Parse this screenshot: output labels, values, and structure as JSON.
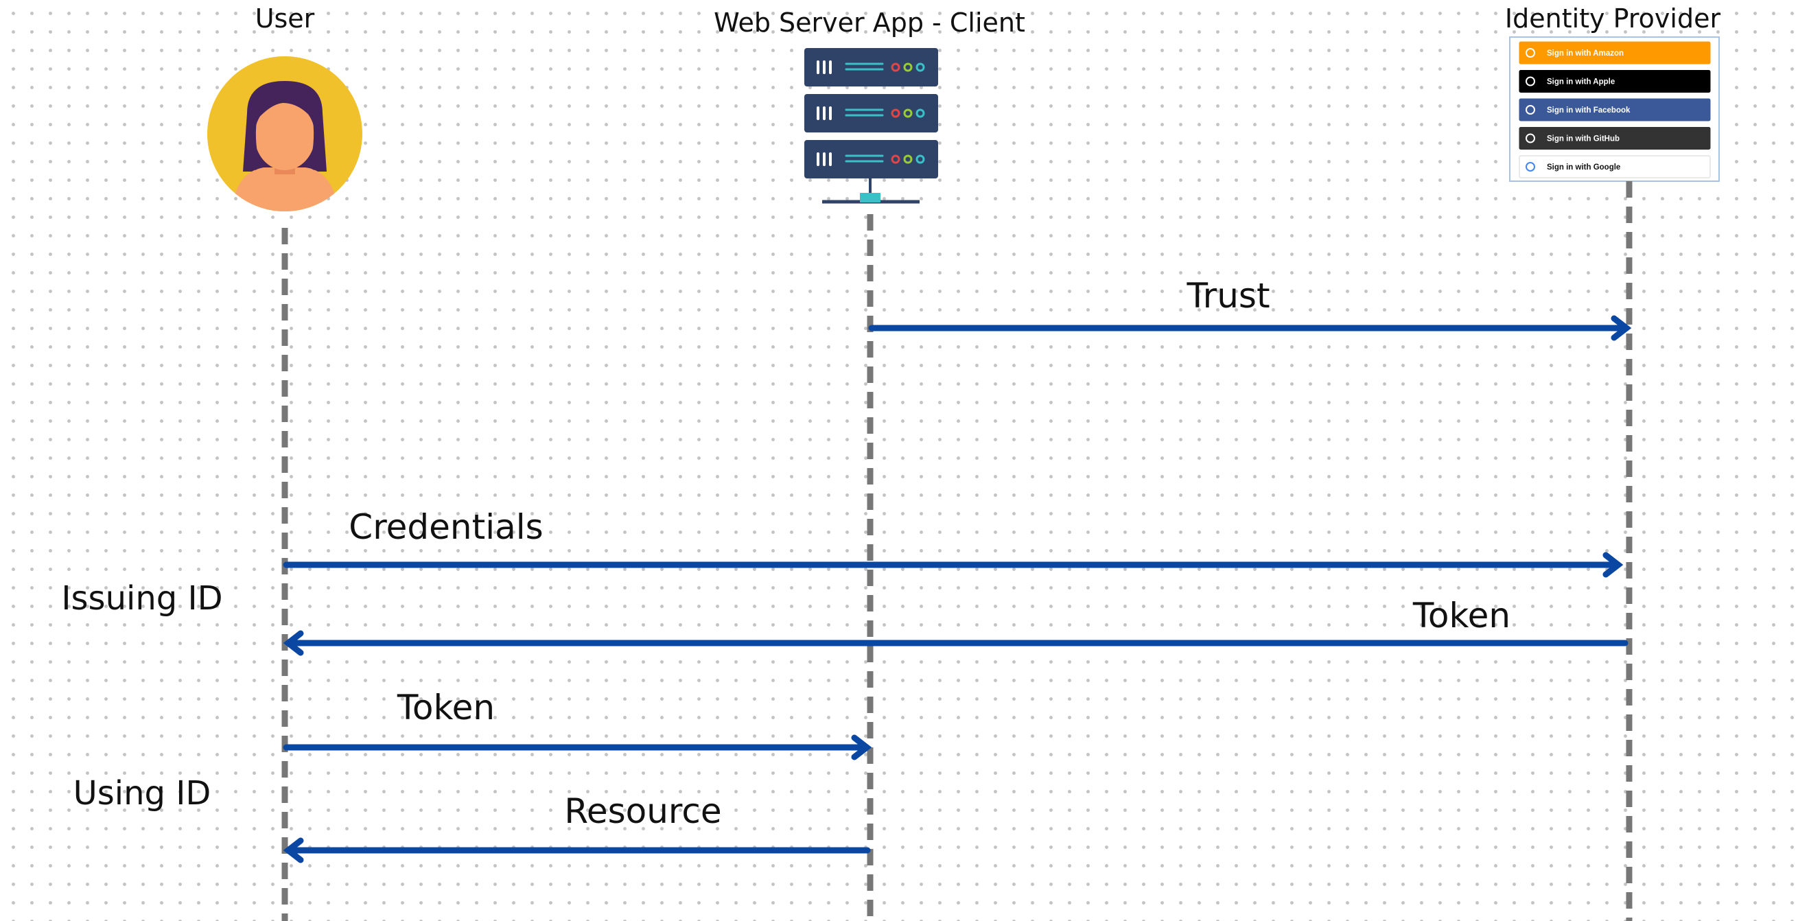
{
  "actors": {
    "user": {
      "label": "User"
    },
    "client": {
      "label": "Web Server App - Client"
    },
    "idp": {
      "label": "Identity Provider",
      "buttons": [
        {
          "label": "Sign in with Amazon",
          "icon": "amazon-icon",
          "bg": "#ff9900",
          "fg": "#ffffff"
        },
        {
          "label": "Sign in with Apple",
          "icon": "apple-icon",
          "bg": "#000000",
          "fg": "#ffffff"
        },
        {
          "label": "Sign in with Facebook",
          "icon": "facebook-icon",
          "bg": "#3b5998",
          "fg": "#ffffff"
        },
        {
          "label": "Sign in with GitHub",
          "icon": "github-icon",
          "bg": "#333333",
          "fg": "#ffffff"
        },
        {
          "label": "Sign in with Google",
          "icon": "google-icon",
          "bg": "#ffffff",
          "fg": "#111111"
        }
      ]
    }
  },
  "phases": {
    "issuing": "Issuing ID",
    "using": "Using ID"
  },
  "messages": [
    {
      "from": "client",
      "to": "idp",
      "label": "Trust"
    },
    {
      "from": "user",
      "to": "idp",
      "label": "Credentials"
    },
    {
      "from": "idp",
      "to": "user",
      "label": "Token"
    },
    {
      "from": "user",
      "to": "client",
      "label": "Token"
    },
    {
      "from": "client",
      "to": "user",
      "label": "Resource"
    }
  ],
  "colors": {
    "arrow": "#0a47a3",
    "lifeline": "#777777",
    "avatar_bg": "#f0c12a",
    "server": "#2f4368"
  }
}
